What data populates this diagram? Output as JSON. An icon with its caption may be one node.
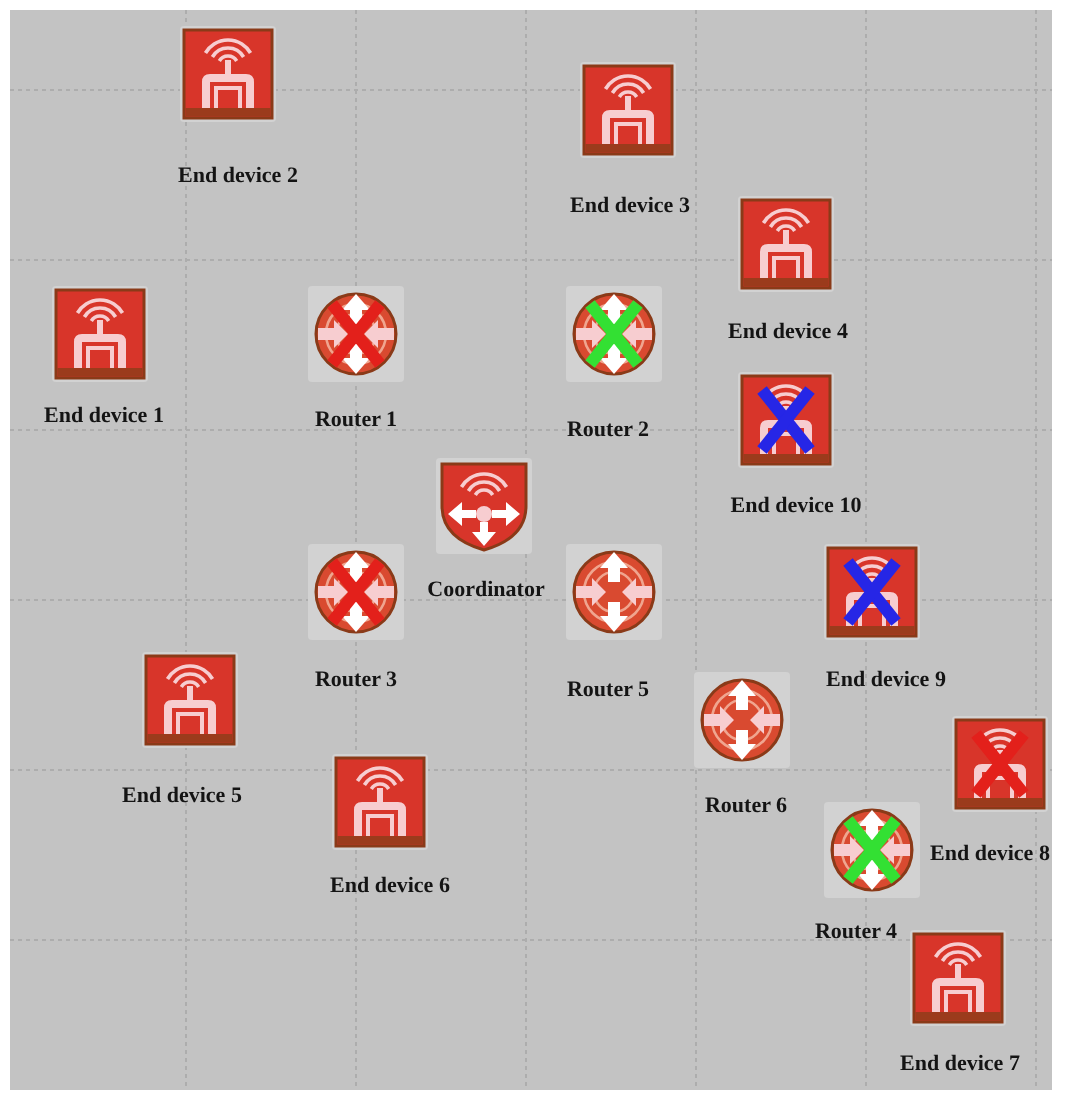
{
  "diagram": {
    "nodes": [
      {
        "text": [
          "End device 2"
        ]
      },
      {
        "text": [
          "End device 3"
        ]
      },
      {
        "text": [
          "End device 4"
        ]
      },
      {
        "text": [
          "End device 1"
        ]
      },
      {
        "text": [
          "Router 1"
        ]
      },
      {
        "text": [
          "Router 2"
        ]
      },
      {
        "text": [
          "End device 10"
        ]
      },
      {
        "text": [
          "Coordinator"
        ]
      },
      {
        "text": [
          "Router 3"
        ]
      },
      {
        "text": [
          "Router 5"
        ]
      },
      {
        "text": [
          "End device 9"
        ]
      },
      {
        "text": [
          "End device 5"
        ]
      },
      {
        "text": [
          "Router 6"
        ]
      },
      {
        "text": [
          "End device 8"
        ]
      },
      {
        "text": [
          "End device 6"
        ]
      },
      {
        "text": [
          "Router 4"
        ]
      },
      {
        "text": [
          "End device 7"
        ]
      }
    ]
  }
}
